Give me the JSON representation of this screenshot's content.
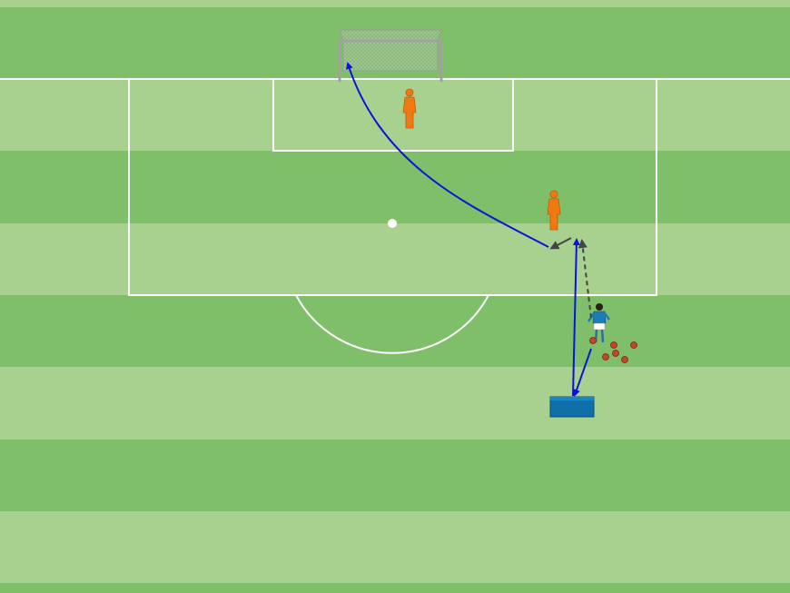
{
  "pitch": {
    "colors": {
      "stripe_light": "#a8d08f",
      "stripe_dark": "#7fbf69",
      "lines": "#ffffff"
    }
  },
  "players": [
    {
      "id": "goalkeeper",
      "role": "mannequin",
      "color": "#f07a12"
    },
    {
      "id": "defender",
      "role": "mannequin",
      "color": "#f07a12"
    },
    {
      "id": "attacker",
      "role": "player",
      "shirt": "#1b7db8",
      "shorts": "#ffffff"
    }
  ],
  "equipment": {
    "goal": {
      "frame": "#9a9a9a",
      "net": "#d9d9d9"
    },
    "balls": {
      "count": 6,
      "color": "#c0462f"
    },
    "rebound_board": {
      "color": "#0f6fa8"
    }
  },
  "arrows": {
    "pass_color": "#0a14d8",
    "run_color": "#444444",
    "paths": [
      "ball-to-rebounder",
      "rebounder-to-edge",
      "shot-to-goal",
      "dribble-run",
      "cut-inside"
    ]
  }
}
